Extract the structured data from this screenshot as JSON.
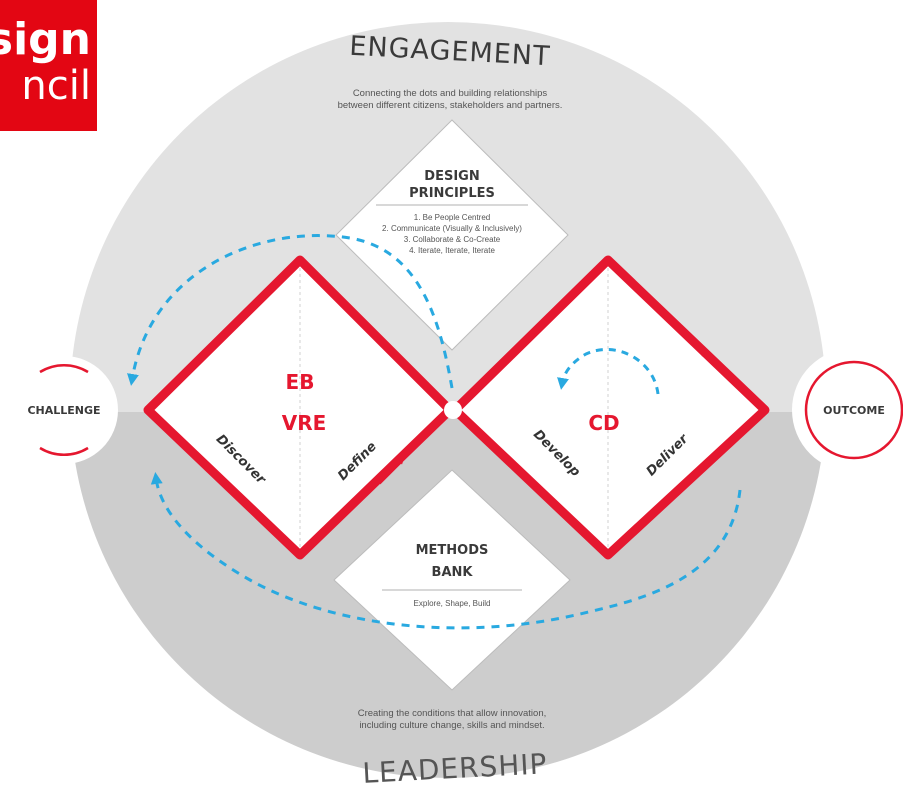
{
  "logo": {
    "line1": "sign",
    "line2": "ncil"
  },
  "top_section": {
    "title": "ENGAGEMENT",
    "caption_line1": "Connecting the dots and building relationships",
    "caption_line2": "between different citizens, stakeholders and partners."
  },
  "bottom_section": {
    "title": "LEADERSHIP",
    "caption_line1": "Creating the conditions that allow innovation,",
    "caption_line2": "including culture change, skills and mindset."
  },
  "design_principles": {
    "title_line1": "DESIGN",
    "title_line2": "PRINCIPLES",
    "items": [
      "1. Be People Centred",
      "2. Communicate (Visually & Inclusively)",
      "3. Collaborate & Co-Create",
      "4. Iterate, Iterate, Iterate"
    ]
  },
  "methods_bank": {
    "title_line1": "METHODS",
    "title_line2": "BANK",
    "subtitle": "Explore, Shape, Build"
  },
  "challenge": {
    "label": "CHALLENGE"
  },
  "outcome": {
    "label": "OUTCOME"
  },
  "phases": {
    "discover": "Discover",
    "define": "Define",
    "develop": "Develop",
    "deliver": "Deliver"
  },
  "annotations": {
    "left_line1": "EB",
    "left_line2": "VRE",
    "right": "CD"
  },
  "colors": {
    "accent_red": "#e5172f",
    "annotation_red": "#e5172f",
    "arrow_blue": "#29a9e0",
    "top_gray": "#e2e2e2",
    "bottom_gray": "#cdcdcd"
  }
}
